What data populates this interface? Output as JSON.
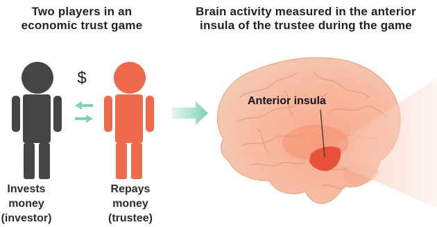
{
  "headings": {
    "left": [
      "Two players in an",
      "economic trust game"
    ],
    "right": [
      "Brain activity measured in the anterior",
      "insula of the trustee during the game"
    ]
  },
  "players": {
    "investor": {
      "lines": [
        "Invests",
        "money",
        "(investor)"
      ],
      "color": "#454545"
    },
    "trustee": {
      "lines": [
        "Repays",
        "money",
        "(trustee)"
      ],
      "color": "#ee6a4c"
    }
  },
  "transfer_symbol": "$",
  "callout_label": "Anterior insula",
  "colors": {
    "exchange_arrows": "#7dd3b6",
    "flow_arrow": "#8fd9c0",
    "brain": "#f6b39a",
    "insula_region": "#e8503a"
  },
  "icons": [
    "person-investor-icon",
    "person-trustee-icon",
    "exchange-arrows-icon",
    "flow-arrow-icon",
    "brain-illustration",
    "insula-highlight"
  ]
}
